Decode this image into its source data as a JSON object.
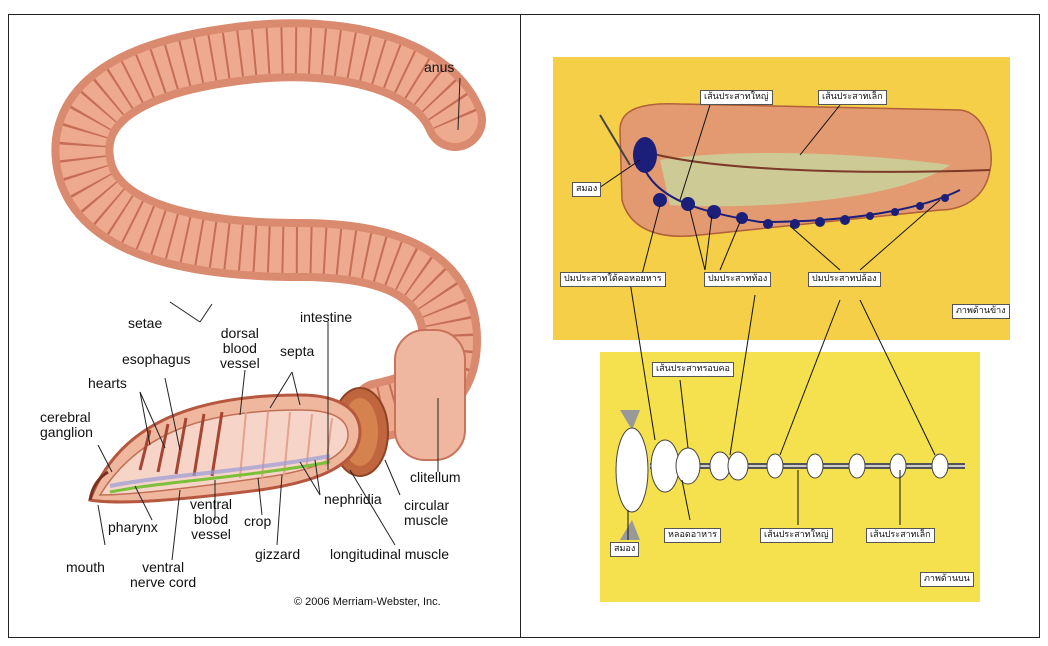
{
  "left_figure": {
    "labels": {
      "anus": "anus",
      "setae": "setae",
      "intestine": "intestine",
      "dorsal": "dorsal\nblood\nvessel",
      "septa": "septa",
      "esophagus": "esophagus",
      "hearts": "hearts",
      "cerebral": "cerebral\nganglion",
      "clitellum": "clitellum",
      "circular": "circular\nmuscle",
      "nephridia": "nephridia",
      "crop": "crop",
      "ventral_blood": "ventral\nblood\nvessel",
      "pharynx": "pharynx",
      "mouth": "mouth",
      "ventral_nerve": "ventral\nnerve cord",
      "gizzard": "gizzard",
      "longitudinal": "longitudinal muscle"
    },
    "copyright": "© 2006 Merriam-Webster, Inc."
  },
  "right_figure": {
    "top_labels": {
      "big_nerve": "เส้นประสาทใหญ่",
      "small_nerve": "เส้นประสาทเล็ก",
      "brain": "สมอง",
      "ganglion_around": "ปมประสาทใต้คอหอยหาร",
      "ganglion_mid": "ปมประสาทท้อง",
      "ganglion_seg": "ปมประสาทปล้อง",
      "side_view": "ภาพด้านข้าง"
    },
    "bottom_labels": {
      "nerve_ring": "เส้นประสาทรอบคอ",
      "brain": "สมอง",
      "pharynx_gang": "หลอดอาหาร",
      "big_nerve": "เส้นประสาทใหญ่",
      "small_nerve": "เส้นประสาทเล็ก",
      "top_view": "ภาพด้านบน"
    }
  },
  "colors": {
    "worm": "#e8a085",
    "worm_dark": "#c9735a",
    "panel_yellow": "#f5d34a",
    "panel_yellow2": "#f3e04c",
    "nerve": "#1c1f7a"
  }
}
